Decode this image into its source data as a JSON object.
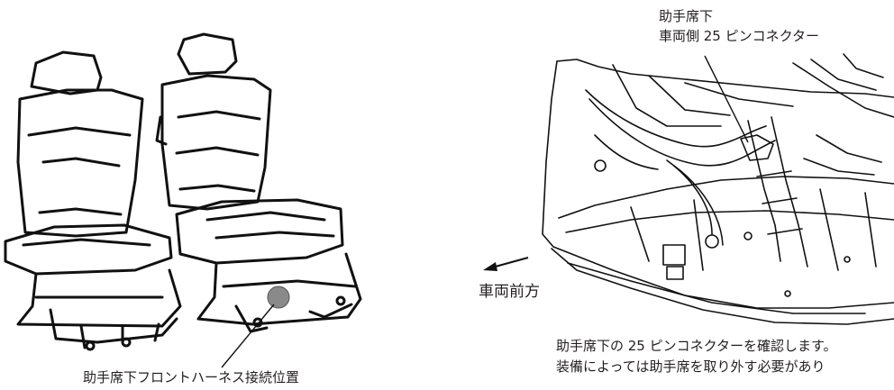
{
  "left_figure": {
    "connector_label": "助手席下フロントハーネス接続位置"
  },
  "right_figure": {
    "callout_line1": "助手席下",
    "callout_line2": "車両側 25 ピンコネクター",
    "direction_label": "車両前方",
    "note_line1": "助手席下の 25 ピンコネクターを確認します。",
    "note_line2": "装備によっては助手席を取り外す必要があり"
  },
  "colors": {
    "marker_fill": "#8a8a8a",
    "line": "#111111"
  }
}
